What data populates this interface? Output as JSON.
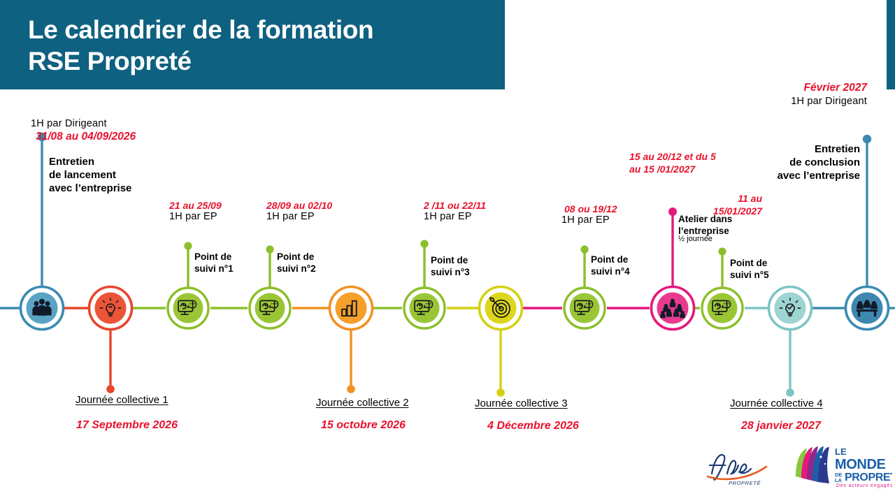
{
  "header": {
    "title_line1": "Le calendrier de la formation",
    "title_line2": "RSE Propreté",
    "band_color": "#0e6180"
  },
  "colors": {
    "red_text": "#e8112d",
    "blue": "#3b8bb0",
    "blue_dark": "#2e7da5",
    "red": "#e8462d",
    "green": "#8cbf2b",
    "orange": "#f29222",
    "yellow": "#d4d114",
    "pink": "#e4197d",
    "teal": "#8fcdc9",
    "teal_line": "#7ec5c3",
    "navy": "#1b2a44"
  },
  "intro": {
    "hours": "1H  par Dirigeant",
    "date": "31/08 au 04/09/2026",
    "label": "Entretien\nde lancement\navec l’entreprise"
  },
  "outro": {
    "date": "Février 2027",
    "hours": "1H  par Dirigeant",
    "label": "Entretien\nde conclusion\navec l’entreprise"
  },
  "follow_ups": [
    {
      "date": "21 au 25/09",
      "hours": "1H  par EP",
      "label": "Point de\nsuivi n°1"
    },
    {
      "date": "28/09 au 02/10",
      "hours": "1H  par EP",
      "label": "Point de\nsuivi n°2"
    },
    {
      "date": "2 /11 ou 22/11",
      "hours": "1H  par EP",
      "label": "Point de\nsuivi n°3"
    },
    {
      "date": "08 ou 19/12",
      "hours": "1H  par EP",
      "label": "Point de\nsuivi n°4"
    },
    {
      "date": "",
      "hours": "",
      "label": "Point de\nsuivi n°5"
    }
  ],
  "workshop": {
    "range_date": "15 au 20/12 et du 5\nau 15 /01/2027",
    "date": "11 au\n15/01/2027",
    "label": "Atelier dans\nl’entreprise",
    "duration": "½ journée"
  },
  "collective_days": [
    {
      "name": "Journée collective 1",
      "date": "17 Septembre 2026"
    },
    {
      "name": "Journée collective 2",
      "date": "15 octobre 2026"
    },
    {
      "name": "Journée collective 3",
      "date": "4 Décembre 2026"
    },
    {
      "name": "Journée collective 4",
      "date": "28 janvier 2027"
    }
  ],
  "nodes": [
    {
      "id": "entretien-lancement",
      "icon": "people-group-icon",
      "color": "#3b8bb0",
      "fill": "#5aa3c4"
    },
    {
      "id": "journee-collective-1",
      "icon": "lightbulb-icon",
      "color": "#e8462d",
      "fill": "#ec5437"
    },
    {
      "id": "point-suivi-1",
      "icon": "monitor-chat-icon",
      "color": "#8cbf2b",
      "fill": "#9ac636"
    },
    {
      "id": "point-suivi-2",
      "icon": "monitor-chat-icon",
      "color": "#8cbf2b",
      "fill": "#9ac636"
    },
    {
      "id": "journee-collective-2",
      "icon": "bar-chart-icon",
      "color": "#f29222",
      "fill": "#f5a02b"
    },
    {
      "id": "point-suivi-3",
      "icon": "monitor-chat-icon",
      "color": "#8cbf2b",
      "fill": "#9ac636"
    },
    {
      "id": "journee-collective-3",
      "icon": "target-arrow-icon",
      "color": "#d4d114",
      "fill": "#dcd61c"
    },
    {
      "id": "point-suivi-4",
      "icon": "monitor-chat-icon",
      "color": "#8cbf2b",
      "fill": "#9ac636"
    },
    {
      "id": "atelier-entreprise",
      "icon": "audience-group-icon",
      "color": "#e4197d",
      "fill": "#e93a8e"
    },
    {
      "id": "point-suivi-5",
      "icon": "monitor-chat-icon",
      "color": "#8cbf2b",
      "fill": "#9ac636"
    },
    {
      "id": "journee-collective-4",
      "icon": "lightbulb-check-icon",
      "color": "#7ec5c3",
      "fill": "#9ed4d1"
    },
    {
      "id": "entretien-conclusion",
      "icon": "meeting-table-icon",
      "color": "#3b8bb0",
      "fill": "#3e87ae"
    }
  ],
  "logos": [
    {
      "name": "fare-proprete-logo",
      "text": "fare",
      "sub": "PROPRETÉ"
    },
    {
      "name": "le-monde-de-la-proprete-logo",
      "l1": "LE",
      "l2": "MONDE",
      "l3a": "DE",
      "l3b": "LA",
      "l3c": "PROPRETÉ",
      "tagline": "Des acteurs engagés"
    }
  ]
}
